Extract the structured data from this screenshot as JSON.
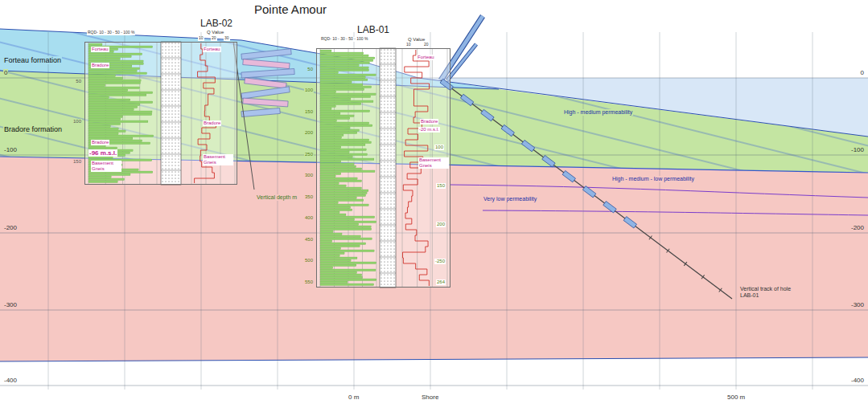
{
  "diagram": {
    "title": "Pointe Amour",
    "nodes": [
      {
        "text": [
          "LAB-02"
        ]
      },
      {
        "text": [
          "LAB-01"
        ]
      }
    ],
    "labels": [
      "Forteau formation",
      "Bradore formation",
      "0",
      "-100",
      "-200",
      "-300",
      "-400",
      "0",
      "-100",
      "-200",
      "-300",
      "-400",
      "0 m",
      "Shore",
      "500 m",
      "High - medium permeability",
      "High - medium - low permeability",
      "Very low permeability",
      "Vertical track of hole LAB-01",
      "Vertical depth m",
      "RQD- 10 - 30 - 50 - 100 %",
      "Q Value",
      "10",
      "20",
      "30",
      "Forteau",
      "Bradore",
      "Bradore",
      "-96 m.s.l.",
      "Basement Gneis",
      "50",
      "100",
      "150",
      "Forteau",
      "Bradore",
      "Basement Gneis",
      "RQD- 10 - 30 - 50 - 100 %",
      "Q Value",
      "10",
      "20",
      "Forteau",
      "Bradore",
      "-20 m.s.l.",
      "Basement Gneis",
      "100",
      "150",
      "200",
      "-250",
      "264",
      "50",
      "100",
      "150",
      "200",
      "250",
      "300",
      "350",
      "400",
      "450",
      "500",
      "550"
    ]
  }
}
